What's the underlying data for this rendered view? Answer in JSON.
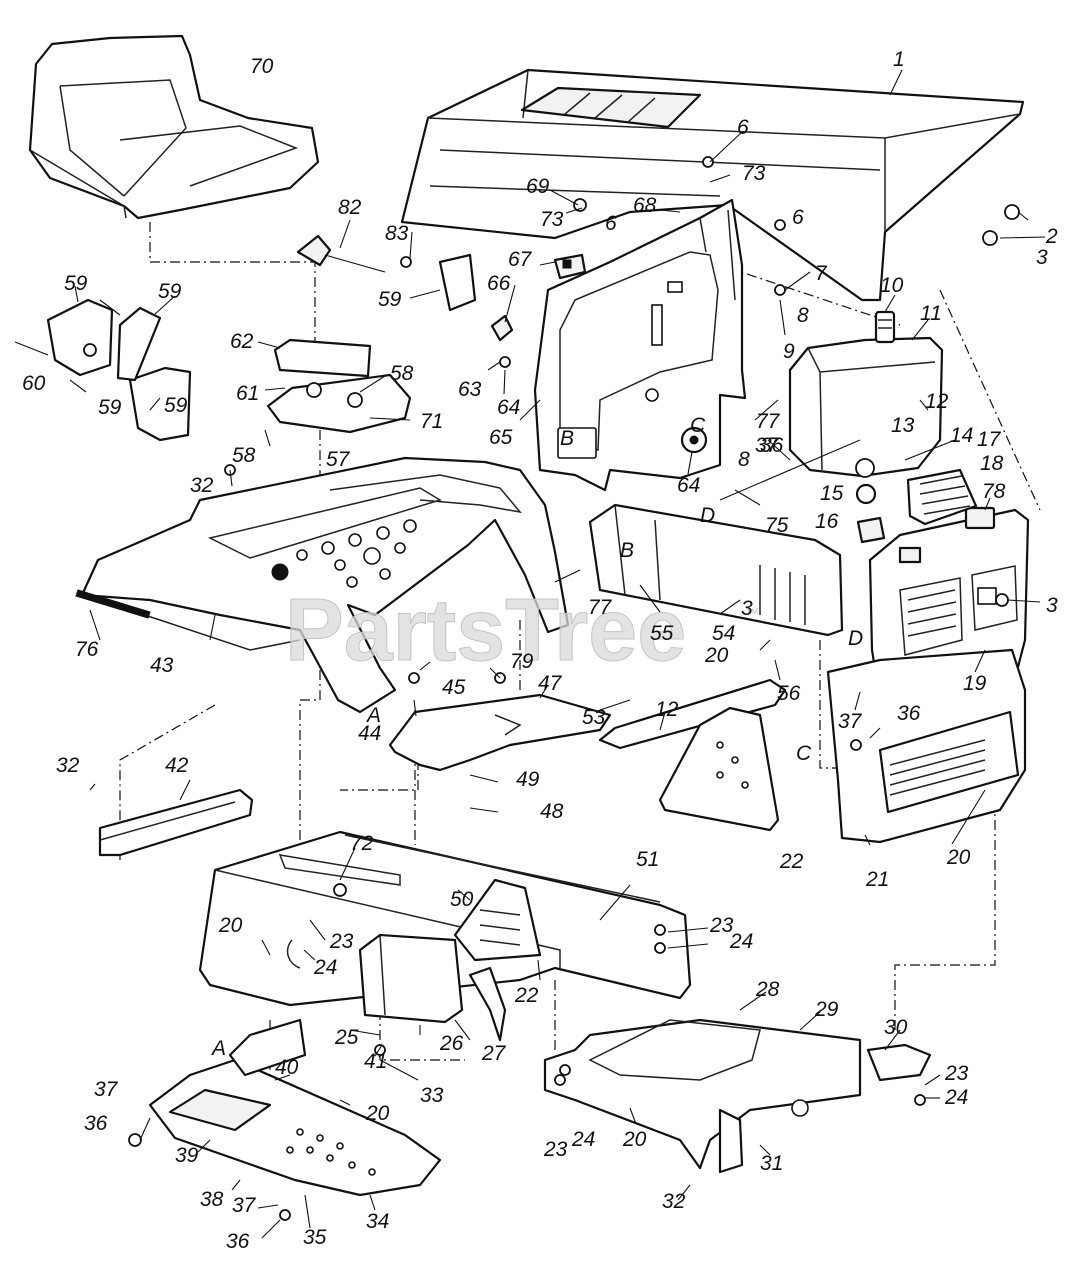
{
  "watermark": {
    "text": "PartsTree",
    "mark": "™"
  },
  "letters": [
    "A",
    "B",
    "C",
    "D"
  ],
  "callouts": {
    "c1": "1",
    "c2": "2",
    "c3": "3",
    "c6": "6",
    "c7": "7",
    "c8": "8",
    "c9": "9",
    "c10": "10",
    "c11": "11",
    "c12": "12",
    "c13": "13",
    "c14": "14",
    "c15": "15",
    "c16": "16",
    "c17": "17",
    "c18": "18",
    "c19": "19",
    "c20": "20",
    "c21": "21",
    "c22": "22",
    "c23": "23",
    "c24": "24",
    "c25": "25",
    "c26": "26",
    "c27": "27",
    "c28": "28",
    "c29": "29",
    "c30": "30",
    "c31": "31",
    "c32": "32",
    "c33": "33",
    "c34": "34",
    "c35": "35",
    "c36": "36",
    "c37": "37",
    "c38": "38",
    "c39": "39",
    "c40": "40",
    "c41": "41",
    "c42": "42",
    "c43": "43",
    "c44": "44",
    "c45": "45",
    "c47": "47",
    "c48": "48",
    "c49": "49",
    "c50": "50",
    "c51": "51",
    "c53": "53",
    "c54": "54",
    "c55": "55",
    "c56": "56",
    "c57": "57",
    "c58": "58",
    "c59": "59",
    "c60": "60",
    "c61": "61",
    "c62": "62",
    "c63": "63",
    "c64": "64",
    "c65": "65",
    "c66": "66",
    "c67": "67",
    "c68": "68",
    "c69": "69",
    "c70": "70",
    "c71": "71",
    "c72": "72",
    "c73": "73",
    "c75": "75",
    "c76": "76",
    "c77": "77",
    "c78": "78",
    "c79": "79",
    "c82": "82",
    "c83": "83"
  }
}
